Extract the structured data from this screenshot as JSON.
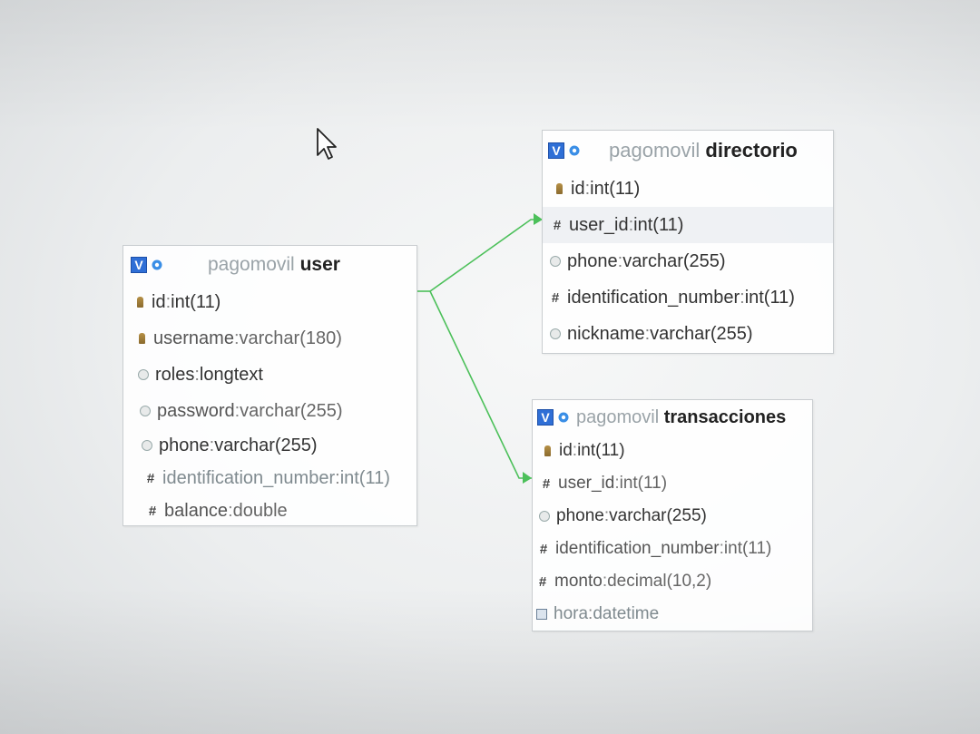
{
  "tables": {
    "user": {
      "db": "pagomovil",
      "name": "user",
      "fields": [
        {
          "name": "id",
          "sep": " : ",
          "type": "int(11)",
          "icon": "primary-key-icon"
        },
        {
          "name": "username",
          "sep": " : ",
          "type": "varchar(180)",
          "icon": "key-icon"
        },
        {
          "name": "roles",
          "sep": " : ",
          "type": "longtext",
          "icon": "text-field-icon"
        },
        {
          "name": "password",
          "sep": " : ",
          "type": "varchar(255)",
          "icon": "text-field-icon"
        },
        {
          "name": "phone",
          "sep": " : ",
          "type": "varchar(255)",
          "icon": "text-field-icon"
        },
        {
          "name": "identification_number",
          "sep": " : ",
          "type": "int(11)",
          "icon": "numeric-field-icon"
        },
        {
          "name": "balance",
          "sep": " : ",
          "type": "double",
          "icon": "numeric-field-icon"
        }
      ]
    },
    "directorio": {
      "db": "pagomovil",
      "name": "directorio",
      "fields": [
        {
          "name": "id",
          "sep": " : ",
          "type": "int(11)",
          "icon": "primary-key-icon"
        },
        {
          "name": "user_id",
          "sep": " : ",
          "type": "int(11)",
          "icon": "numeric-field-icon"
        },
        {
          "name": "phone",
          "sep": " : ",
          "type": "varchar(255)",
          "icon": "text-field-icon"
        },
        {
          "name": "identification_number",
          "sep": " : ",
          "type": "int(11)",
          "icon": "numeric-field-icon"
        },
        {
          "name": "nickname",
          "sep": " : ",
          "type": "varchar(255)",
          "icon": "text-field-icon"
        }
      ]
    },
    "transacciones": {
      "db": "pagomovil",
      "name": "transacciones",
      "fields": [
        {
          "name": "id",
          "sep": " : ",
          "type": "int(11)",
          "icon": "primary-key-icon"
        },
        {
          "name": "user_id",
          "sep": " : ",
          "type": "int(11)",
          "icon": "numeric-field-icon"
        },
        {
          "name": "phone",
          "sep": " : ",
          "type": "varchar(255)",
          "icon": "text-field-icon"
        },
        {
          "name": "identification_number",
          "sep": " : ",
          "type": "int(11)",
          "icon": "numeric-field-icon"
        },
        {
          "name": "monto",
          "sep": " : ",
          "type": "decimal(10,2)",
          "icon": "numeric-field-icon"
        },
        {
          "name": "hora",
          "sep": " : ",
          "type": "datetime",
          "icon": "datetime-field-icon"
        }
      ]
    }
  },
  "header_icons": {
    "toggle": "V",
    "toggle_icon": "visibility-toggle-icon",
    "options_icon": "gear-icon"
  },
  "colors": {
    "relation_line": "#4cc05a",
    "toggle_blue": "#2f6fd6",
    "db_name_gray": "#9aa3a8"
  }
}
